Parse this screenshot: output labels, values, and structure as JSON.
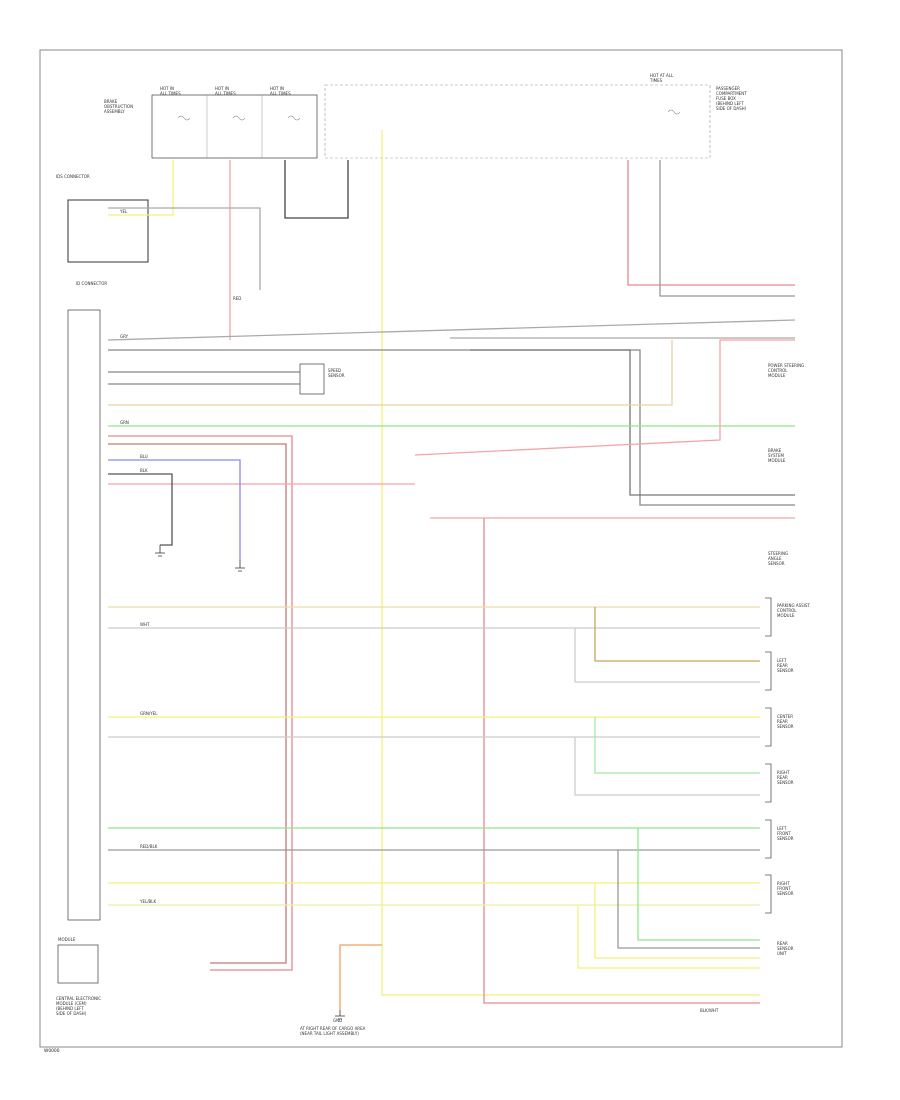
{
  "frame": {
    "footer_code": "W0000"
  },
  "top_components": {
    "left_module_label": "BRAKE\nOBSTRUCTION\nASSEMBLY",
    "fuse_1": "HOT IN\nALL TIMES",
    "fuse_2": "HOT IN\nALL TIMES",
    "fuse_3": "HOT IN\nALL TIMES",
    "right_block_label": "HOT AT ALL\nTIMES",
    "right_block_desc": "PASSENGER\nCOMPARTMENT\nFUSE BOX\n(BEHIND LEFT\nSIDE OF DASH)"
  },
  "left_labels": {
    "connector_top": "IDS CONNECTOR",
    "ground_label": "ID CONNECTOR",
    "mid_module": "SPEED\nSENSOR",
    "control_unit_label": "CENTRAL ELECTRONIC\nMODULE (CEM)\n(BEHIND LEFT\nSIDE OF DASH)",
    "bottom_small_box": "MODULE"
  },
  "right_labels": {
    "r1": "POWER STEERING\nCONTROL\nMODULE",
    "r2": "BRAKE\nSYSTEM\nMODULE",
    "r3": "STEERING\nANGLE\nSENSOR",
    "s1": "PARKING ASSIST\nCONTROL\nMODULE",
    "s2": "LEFT\nREAR\nSENSOR",
    "s3": "CENTER\nREAR\nSENSOR",
    "s4": "RIGHT\nREAR\nSENSOR",
    "s5": "LEFT\nFRONT\nSENSOR",
    "s6": "RIGHT\nFRONT\nSENSOR",
    "s7": "REAR\nSENSOR\nUNIT"
  },
  "wire_labels": {
    "w_red": "RED",
    "w_yel": "YEL",
    "w_grn": "GRN",
    "w_gry": "GRY",
    "w_blu": "BLU",
    "w_blk": "BLK",
    "w_wht": "WHT",
    "w_grnyel": "GRN/YEL",
    "w_redblk": "RED/BLK",
    "w_yelblk": "YEL/BLK",
    "w_blkwht": "BLK/WHT"
  },
  "bottom_labels": {
    "ground_note": "AT RIGHT REAR OF CARGO AREA\n(NEAR TAIL LIGHT ASSEMBLY)",
    "ground_center": "GND"
  }
}
